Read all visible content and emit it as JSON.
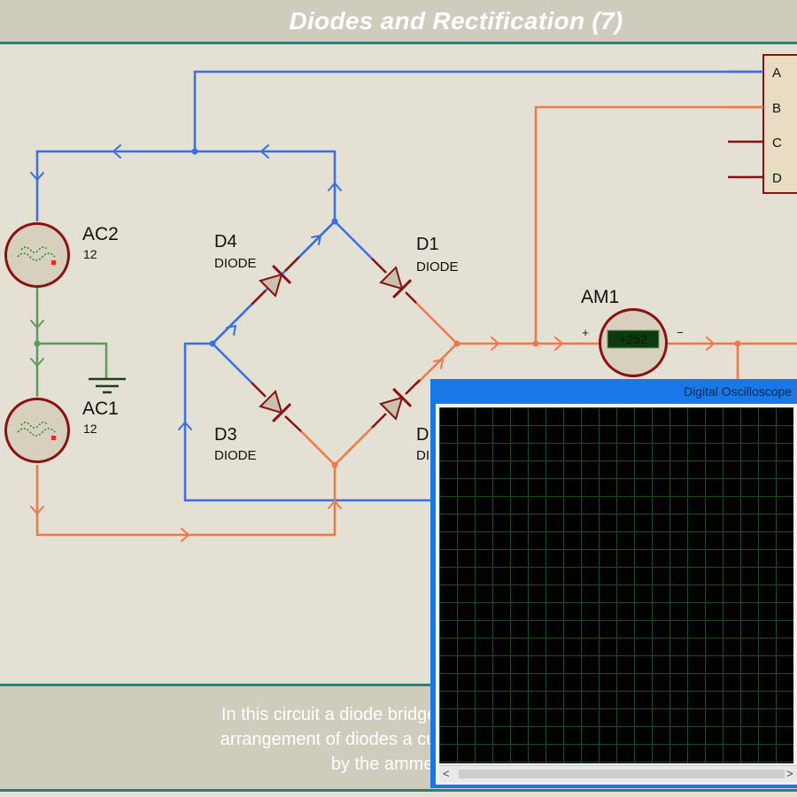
{
  "title": "Diodes and Rectification (7)",
  "description_lines": [
    "In this circuit a diode bridge is used to prod",
    "arrangement of diodes a current is flowing i",
    "by the ammete"
  ],
  "components": {
    "ac2": {
      "name": "AC2",
      "value": "12"
    },
    "ac1": {
      "name": "AC1",
      "value": "12"
    },
    "d1": {
      "name": "D1",
      "type": "DIODE"
    },
    "d2": {
      "name": "D",
      "type": "DI"
    },
    "d3": {
      "name": "D3",
      "type": "DIODE"
    },
    "d4": {
      "name": "D4",
      "type": "DIODE"
    },
    "am1": {
      "name": "AM1",
      "reading": "+252",
      "plus": "+",
      "minus": "−"
    }
  },
  "oscilloscope": {
    "title": "Digital Oscilloscope",
    "channels": [
      "A",
      "B",
      "C",
      "D"
    ],
    "scroll_left": "<",
    "scroll_right": ">"
  },
  "colors": {
    "wire_positive": "#f07848",
    "wire_negative": "#3a6ee8",
    "wire_ground": "#5e9a5e",
    "diode": "#8b1010",
    "ammeter_display": "#0c3c0c",
    "oscilloscope_frame": "#1977e6",
    "accent_border": "#2e7e7a"
  }
}
